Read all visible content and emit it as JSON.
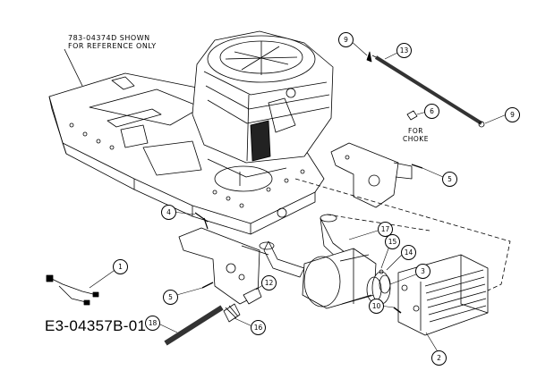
{
  "reference_note": {
    "line1": "783-04374D SHOWN",
    "line2": "FOR REFERENCE ONLY"
  },
  "choke_note": {
    "line1": "FOR",
    "line2": "CHOKE"
  },
  "drawing_code": "E3-04357B-01",
  "callouts": {
    "c1": "1",
    "c2": "2",
    "c3": "3",
    "c4": "4",
    "c5a": "5",
    "c5b": "5",
    "c6": "6",
    "c9a": "9",
    "c9b": "9",
    "c10": "10",
    "c12": "12",
    "c13": "13",
    "c14": "14",
    "c15": "15",
    "c16": "16",
    "c17": "17",
    "c18": "18"
  }
}
